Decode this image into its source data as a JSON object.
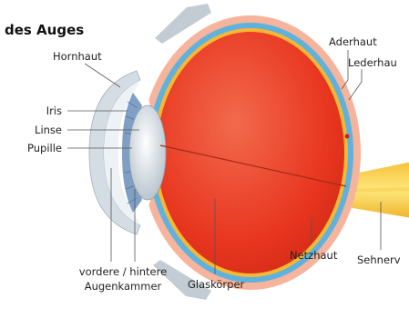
{
  "title": "des Auges",
  "labels": {
    "hornhaut": "Hornhaut",
    "iris": "Iris",
    "linse": "Linse",
    "pupille": "Pupille",
    "aderhaut": "Aderhaut",
    "lederhaut": "Lederhau",
    "sehnerv": "Sehnerv",
    "netzhaut": "Netzhaut",
    "glaskoerper": "Glaskörper",
    "kammer_line1": "vordere / hintere",
    "kammer_line2": "Augenkammer"
  },
  "colors": {
    "vitreous": "#ee3a24",
    "retina": "#f7b733",
    "choroid": "#5fb2de",
    "sclera": "#f5b49b",
    "optic_nerve": "#fbd84a",
    "lens": "#dfe6ec",
    "cornea": "#eef2f5"
  }
}
